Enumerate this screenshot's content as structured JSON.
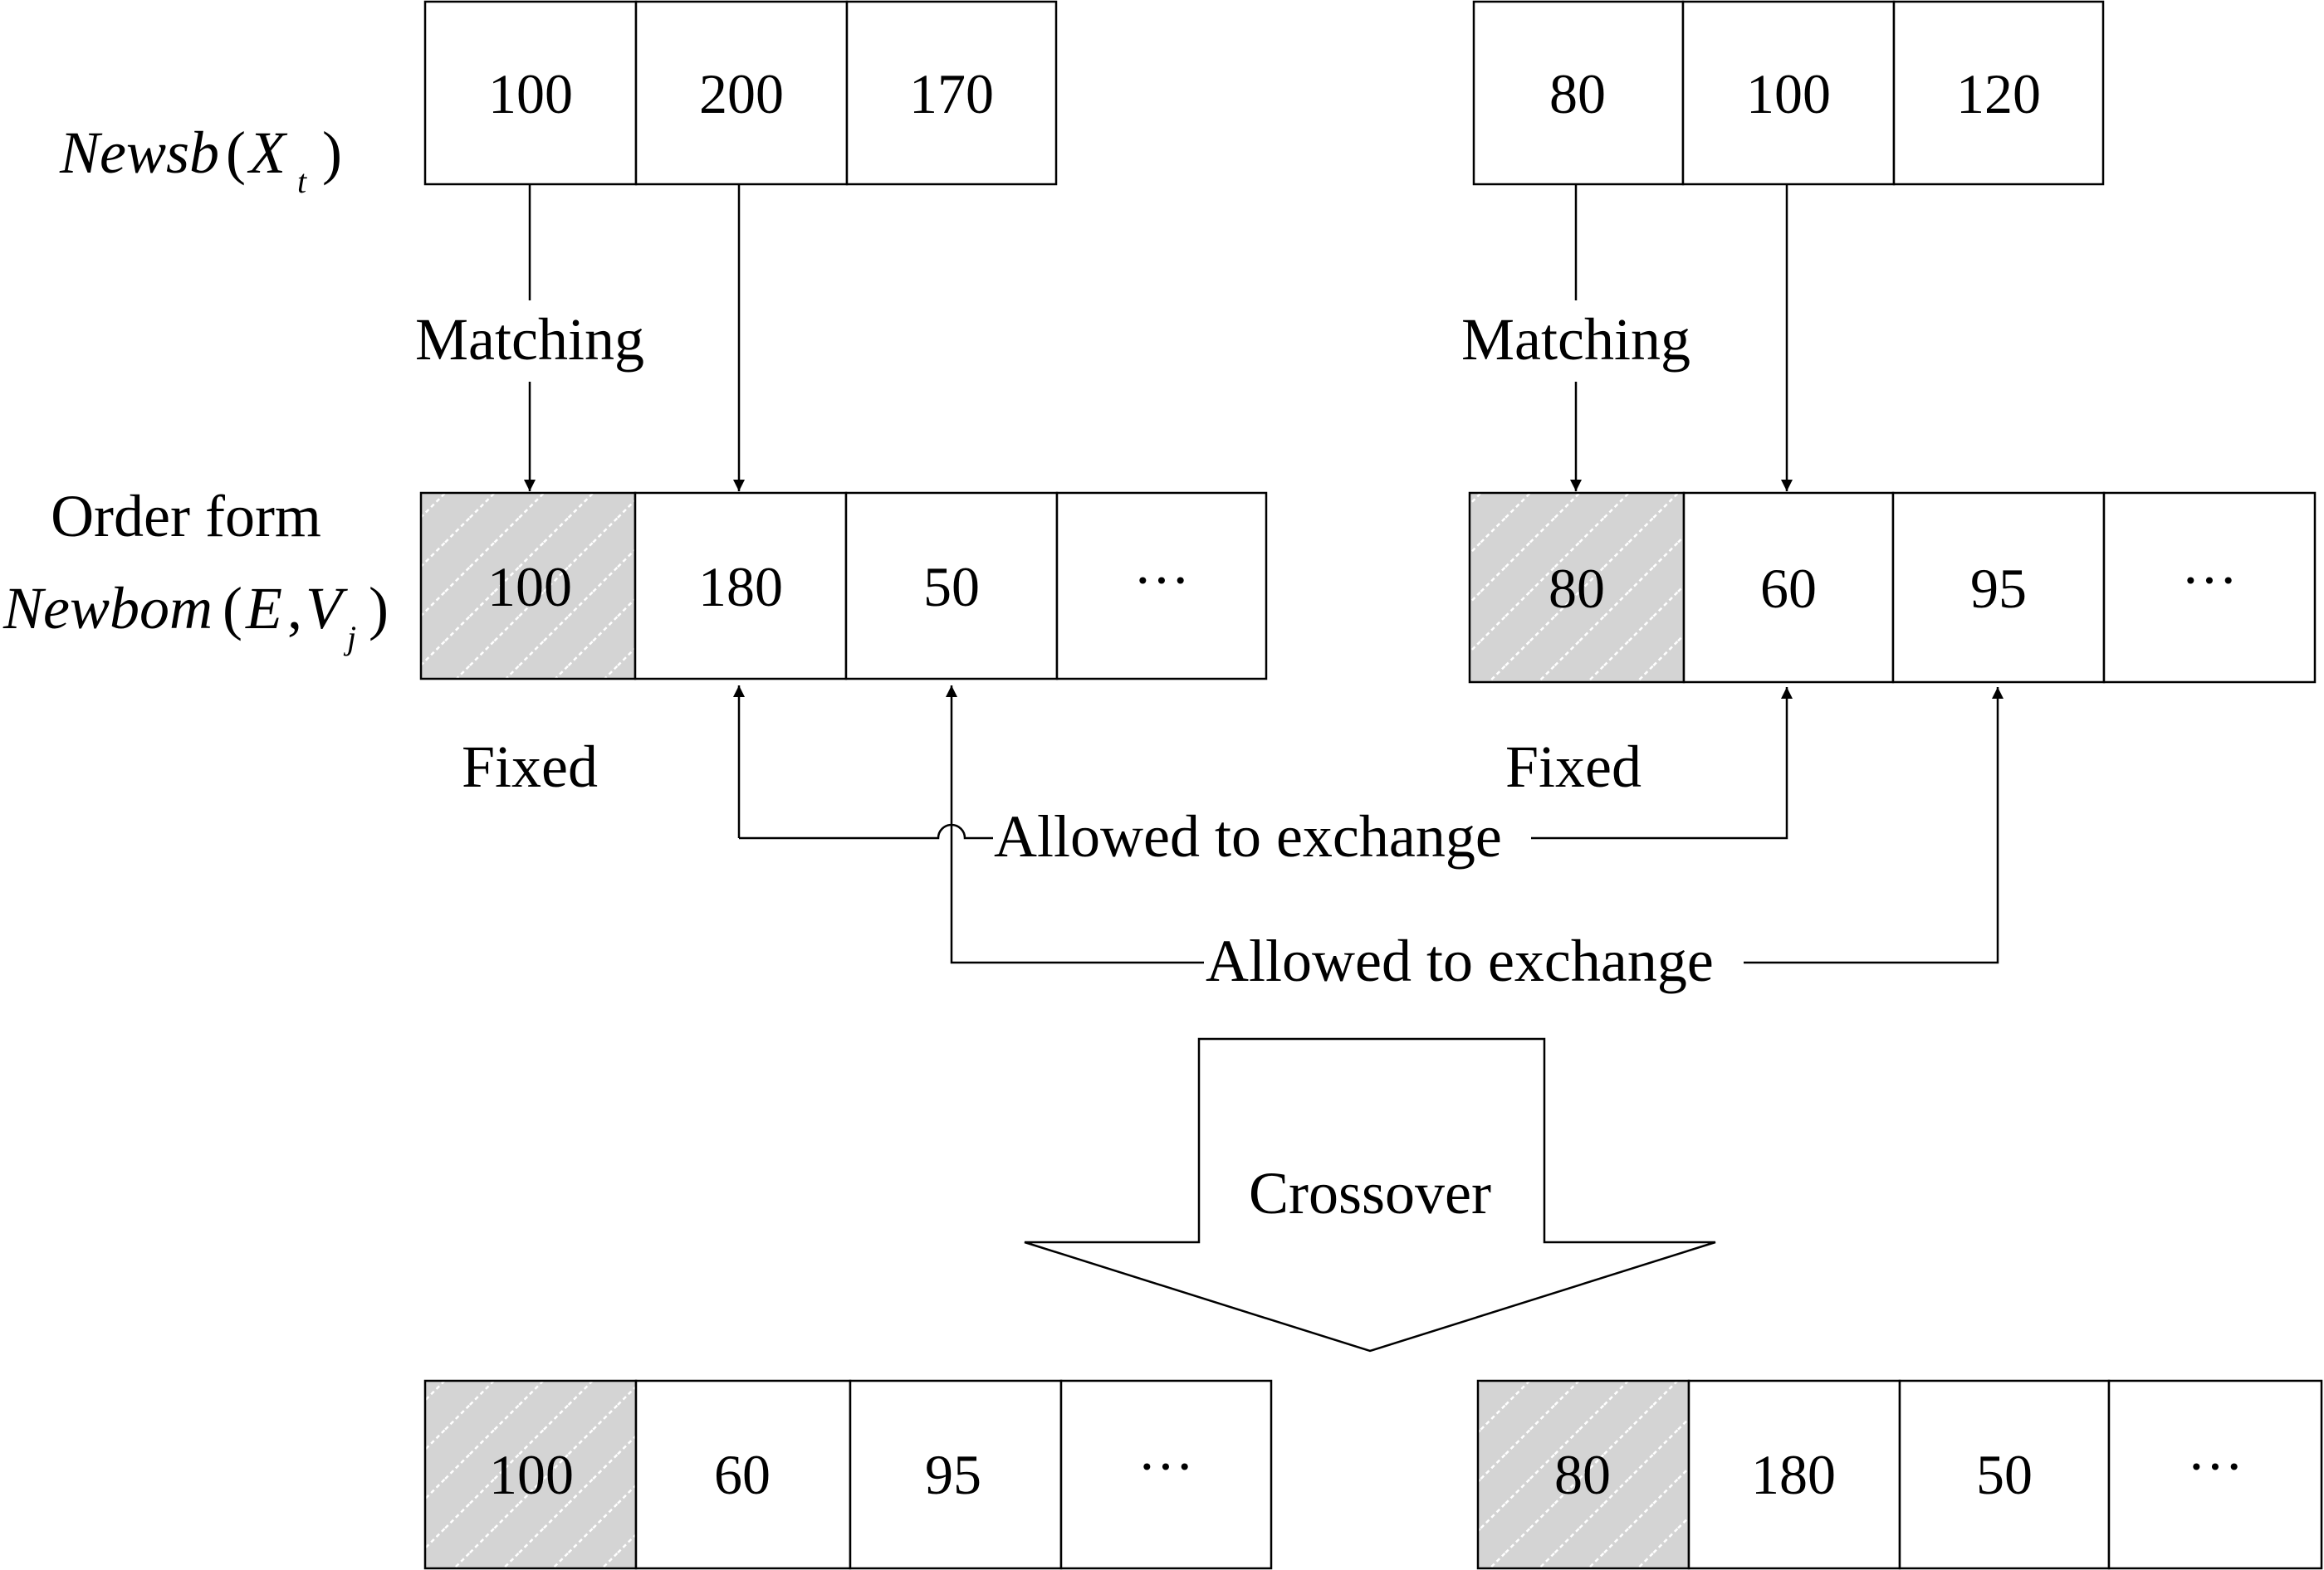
{
  "top_left": {
    "cells": [
      "100",
      "200",
      "170"
    ]
  },
  "top_right": {
    "cells": [
      "80",
      "100",
      "120"
    ]
  },
  "labels": {
    "newsb_main": "Newsb",
    "newsb_open": "(",
    "newsb_var": "X",
    "newsb_sub": "t",
    "newsb_close": ")",
    "order_form": "Order form",
    "newbom_main": "Newbom",
    "newbom_open": "(",
    "newbom_e": "E",
    "newbom_comma": ",",
    "newbom_v": "V",
    "newbom_sub": "j",
    "newbom_close": ")",
    "matching_left": "Matching",
    "matching_right": "Matching",
    "fixed_left": "Fixed",
    "fixed_right": "Fixed",
    "exchange_1": "Allowed to exchange",
    "exchange_2": "Allowed to exchange",
    "crossover": "Crossover"
  },
  "mid_left": {
    "cells": [
      "100",
      "180",
      "50",
      "···"
    ]
  },
  "mid_right": {
    "cells": [
      "80",
      "60",
      "95",
      "···"
    ]
  },
  "bottom_left": {
    "cells": [
      "100",
      "60",
      "95",
      "···"
    ]
  },
  "bottom_right": {
    "cells": [
      "80",
      "180",
      "50",
      "···"
    ]
  },
  "colors": {
    "fixed_fill": "#d4d4d4",
    "hatch": "#ffffff",
    "stroke": "#000000"
  }
}
